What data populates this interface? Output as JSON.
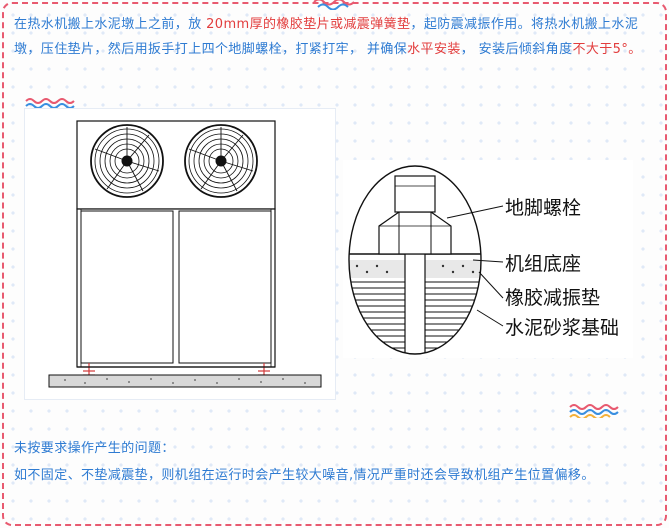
{
  "instruction": {
    "seg1": "在热水机搬上水泥墩上之前，放 ",
    "seg2": "20mm厚的橡胶垫片或减震弹簧垫",
    "seg3": "，起防震减振作用。将热水机搬上水泥墩，压住垫片，然后用扳手打上四个地脚螺栓，打紧打牢，  并确保",
    "seg4": "水平安装",
    "seg5": "，  安装后倾斜角度",
    "seg6": "不大于5°。"
  },
  "detail_labels": {
    "anchor_bolt": "地脚螺栓",
    "unit_base": "机组底座",
    "rubber_pad": "橡胶减振垫",
    "cement_base": "水泥砂浆基础"
  },
  "problem": {
    "heading": "未按要求操作产生的问题：",
    "body": "如不固定、不垫减震垫，则机组在运行时会产生较大噪音,情况严重时还会导致机组产生位置偏移。"
  },
  "colors": {
    "text_blue": "#2e7bd2",
    "highlight_red": "#e23d3d",
    "frame_pink": "#e85a70",
    "wave_blue": "#3a8fe0",
    "wave_orange": "#f4b03a"
  }
}
